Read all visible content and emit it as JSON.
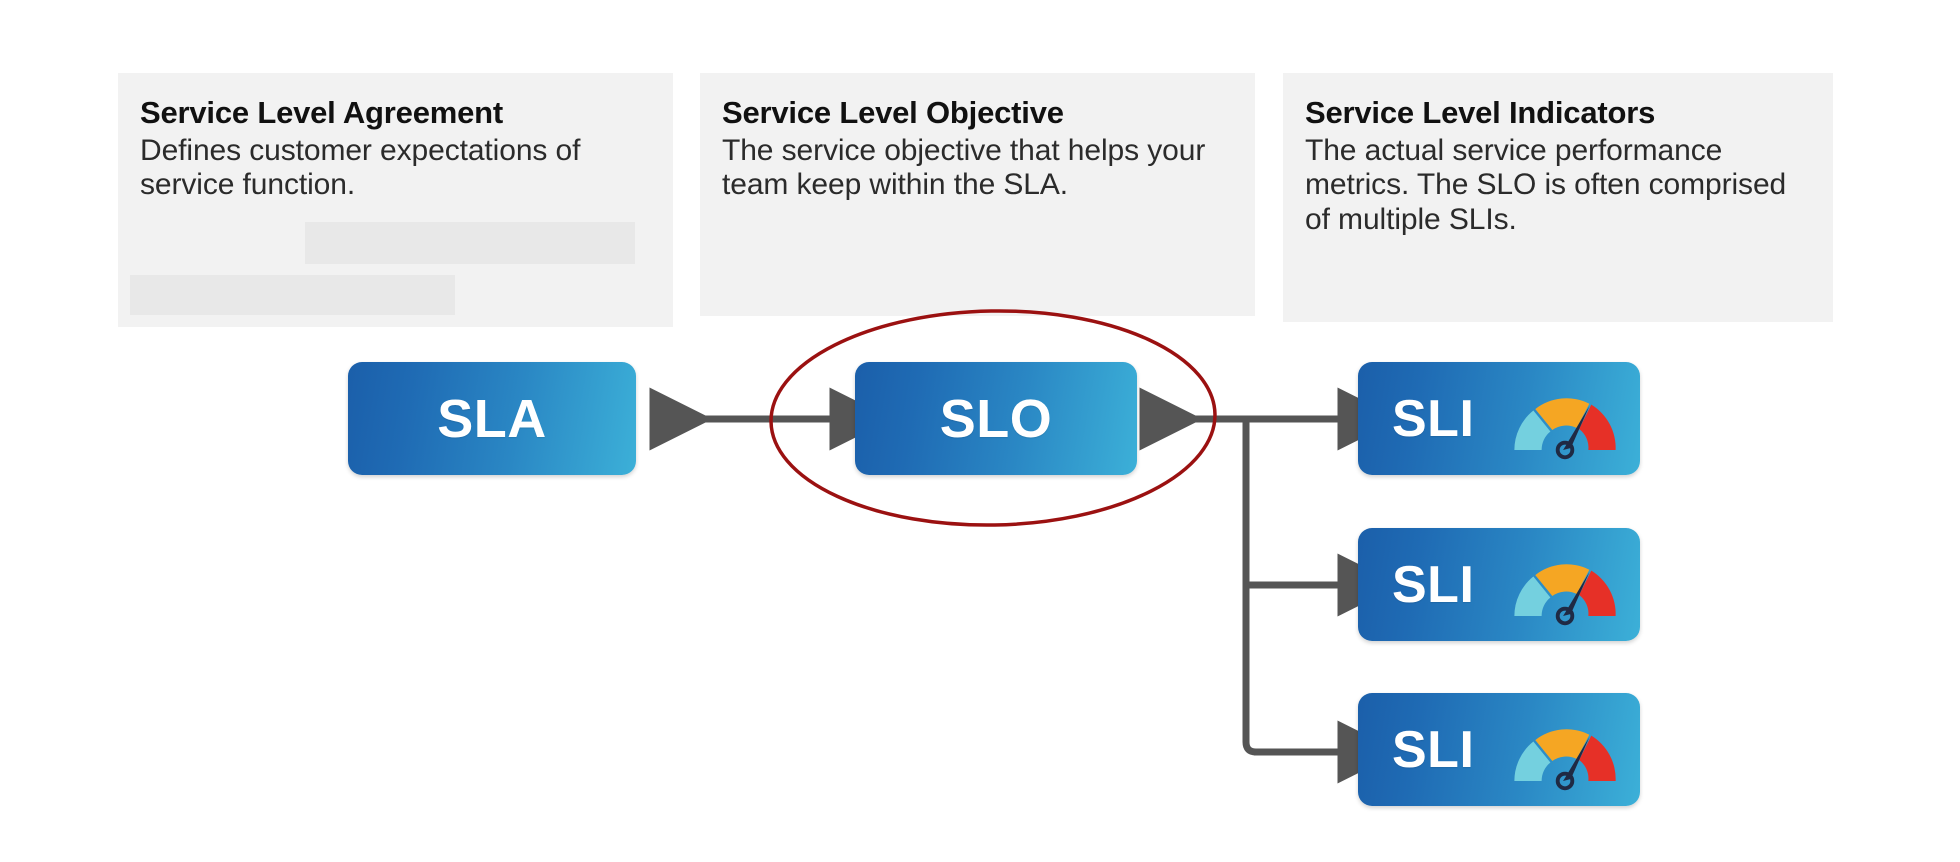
{
  "diagram": {
    "title": "SLA / SLO / SLI relationship diagram",
    "background_color": "#ffffff",
    "card_background": "#f2f2f2",
    "redaction_color": "#e8e8e8",
    "box_gradient_from": "#1b5faa",
    "box_gradient_to": "#3cb0d8",
    "connector_color": "#555555",
    "highlight_ellipse_color": "#9b1111"
  },
  "cards": [
    {
      "title": "Service Level Agreement",
      "body": "Defines customer expectations of service function."
    },
    {
      "title": "Service Level Objective",
      "body": "The service objective that helps your team keep within the SLA."
    },
    {
      "title": "Service Level Indicators",
      "body": "The actual service performance metrics. The SLO is often comprised of multiple SLIs."
    }
  ],
  "nodes": {
    "sla": {
      "label": "SLA"
    },
    "slo": {
      "label": "SLO"
    },
    "sli": [
      {
        "label": "SLI",
        "icon": "gauge-icon"
      },
      {
        "label": "SLI",
        "icon": "gauge-icon"
      },
      {
        "label": "SLI",
        "icon": "gauge-icon"
      }
    ]
  },
  "gauge": {
    "segment_low_color": "#74d0df",
    "segment_mid_color": "#f5a623",
    "segment_high_color": "#e63027",
    "needle_color": "#1f2a44"
  }
}
